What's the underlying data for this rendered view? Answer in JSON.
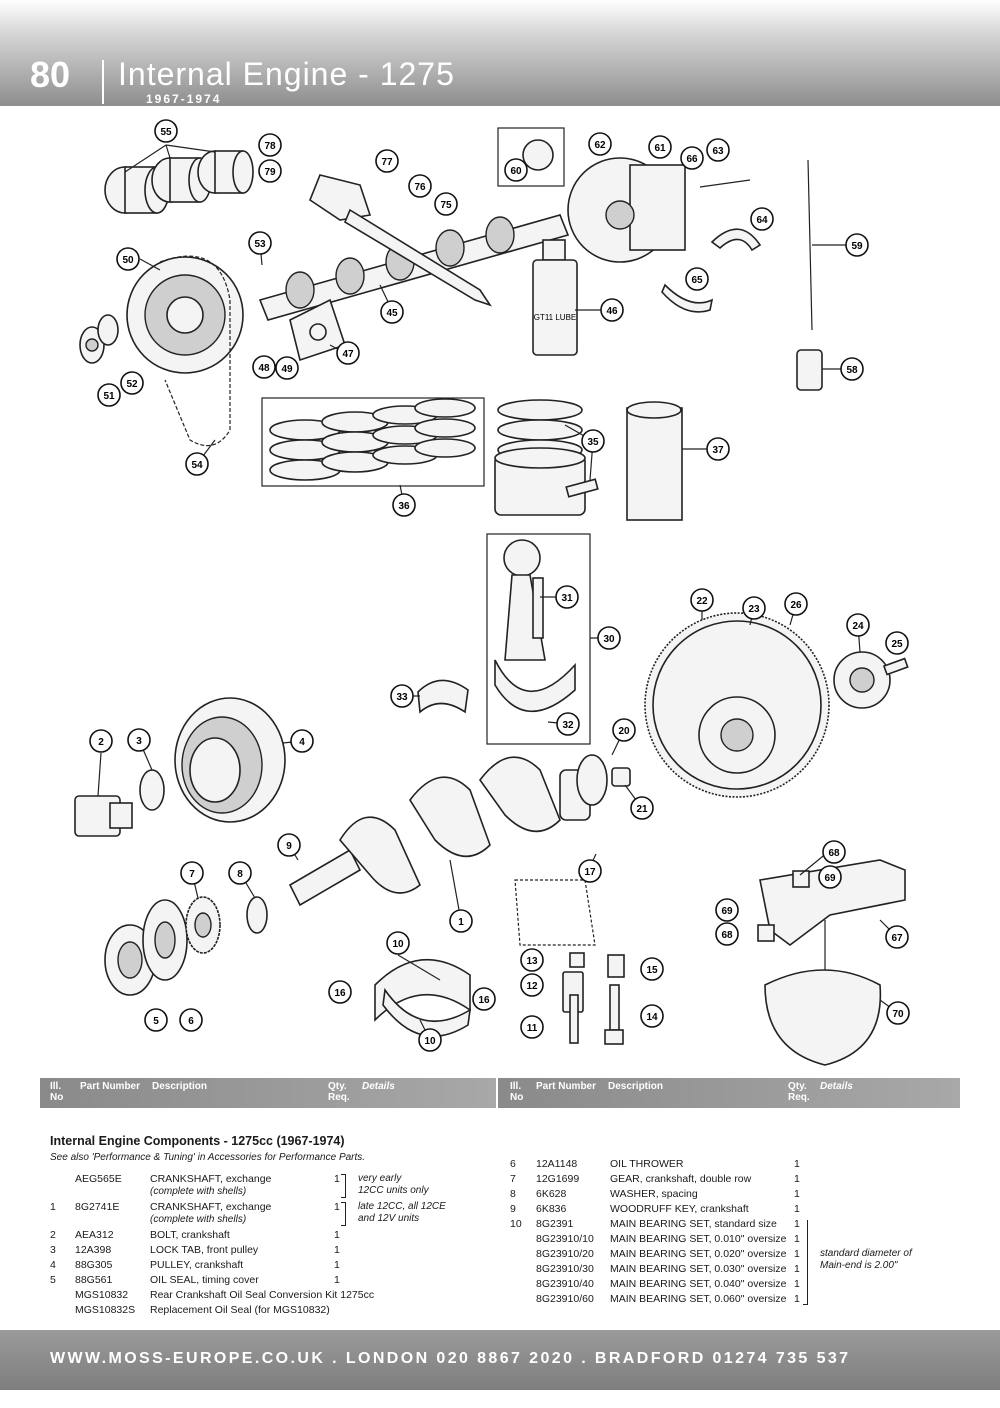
{
  "header": {
    "page_number": "80",
    "title": "Internal Engine - 1275",
    "years": "1967-1974"
  },
  "callouts": [
    "1",
    "2",
    "3",
    "4",
    "5",
    "6",
    "7",
    "8",
    "9",
    "10",
    "11",
    "12",
    "13",
    "14",
    "15",
    "16",
    "17",
    "20",
    "21",
    "22",
    "23",
    "24",
    "25",
    "26",
    "30",
    "31",
    "32",
    "33",
    "35",
    "36",
    "37",
    "45",
    "46",
    "47",
    "48",
    "49",
    "50",
    "51",
    "52",
    "53",
    "54",
    "55",
    "58",
    "59",
    "60",
    "61",
    "62",
    "63",
    "64",
    "65",
    "66",
    "67",
    "68",
    "69",
    "70",
    "75",
    "76",
    "77",
    "78",
    "79"
  ],
  "bottle_label": "GT11 LUBE",
  "table_headers": {
    "ill_no": "Ill. No",
    "part_number": "Part Number",
    "description": "Description",
    "qty": "Qty. Req.",
    "details": "Details"
  },
  "section": {
    "title": "Internal Engine Components - 1275cc (1967-1974)",
    "note": "See also 'Performance & Tuning' in Accessories for Performance Parts."
  },
  "left_rows": [
    {
      "ill": "",
      "part": "AEG565E",
      "desc": "CRANKSHAFT, exchange",
      "qty": "1"
    },
    {
      "ill": "",
      "part": "",
      "desc": "(complete with shells)",
      "qty": ""
    },
    {
      "ill": "1",
      "part": "8G2741E",
      "desc": "CRANKSHAFT, exchange",
      "qty": "1"
    },
    {
      "ill": "",
      "part": "",
      "desc": "(complete with shells)",
      "qty": ""
    },
    {
      "ill": "2",
      "part": "AEA312",
      "desc": "BOLT, crankshaft",
      "qty": "1"
    },
    {
      "ill": "3",
      "part": "12A398",
      "desc": "LOCK TAB, front pulley",
      "qty": "1"
    },
    {
      "ill": "4",
      "part": "88G305",
      "desc": "PULLEY, crankshaft",
      "qty": "1"
    },
    {
      "ill": "5",
      "part": "88G561",
      "desc": "OIL SEAL, timing cover",
      "qty": "1"
    },
    {
      "ill": "",
      "part": "MGS10832",
      "desc": "Rear Crankshaft Oil Seal Conversion Kit 1275cc",
      "qty": ""
    },
    {
      "ill": "",
      "part": "MGS10832S",
      "desc": "Replacement Oil Seal (for MGS10832)",
      "qty": ""
    }
  ],
  "left_notes": {
    "note1_line1": "very early",
    "note1_line2": "12CC units only",
    "note2_line1": "late 12CC, all 12CE",
    "note2_line2": "and 12V units"
  },
  "right_rows": [
    {
      "ill": "6",
      "part": "12A1148",
      "desc": "OIL THROWER",
      "qty": "1"
    },
    {
      "ill": "7",
      "part": "12G1699",
      "desc": "GEAR, crankshaft, double row",
      "qty": "1"
    },
    {
      "ill": "8",
      "part": "6K628",
      "desc": "WASHER, spacing",
      "qty": "1"
    },
    {
      "ill": "9",
      "part": "6K836",
      "desc": "WOODRUFF KEY, crankshaft",
      "qty": "1"
    },
    {
      "ill": "10",
      "part": "8G2391",
      "desc": "MAIN BEARING SET, standard size",
      "qty": "1"
    },
    {
      "ill": "",
      "part": "8G23910/10",
      "desc": "MAIN BEARING SET, 0.010\" oversize",
      "qty": "1"
    },
    {
      "ill": "",
      "part": "8G23910/20",
      "desc": "MAIN BEARING SET, 0.020\" oversize",
      "qty": "1"
    },
    {
      "ill": "",
      "part": "8G23910/30",
      "desc": "MAIN BEARING SET, 0.030\" oversize",
      "qty": "1"
    },
    {
      "ill": "",
      "part": "8G23910/40",
      "desc": "MAIN BEARING SET, 0.040\" oversize",
      "qty": "1"
    },
    {
      "ill": "",
      "part": "8G23910/60",
      "desc": "MAIN BEARING SET, 0.060\" oversize",
      "qty": "1"
    }
  ],
  "right_note": {
    "line1": "standard diameter of",
    "line2": "Main-end is 2.00\""
  },
  "footer": {
    "text": "WWW.MOSS-EUROPE.CO.UK . LONDON 020 8867 2020 . BRADFORD 01274 735 537"
  }
}
